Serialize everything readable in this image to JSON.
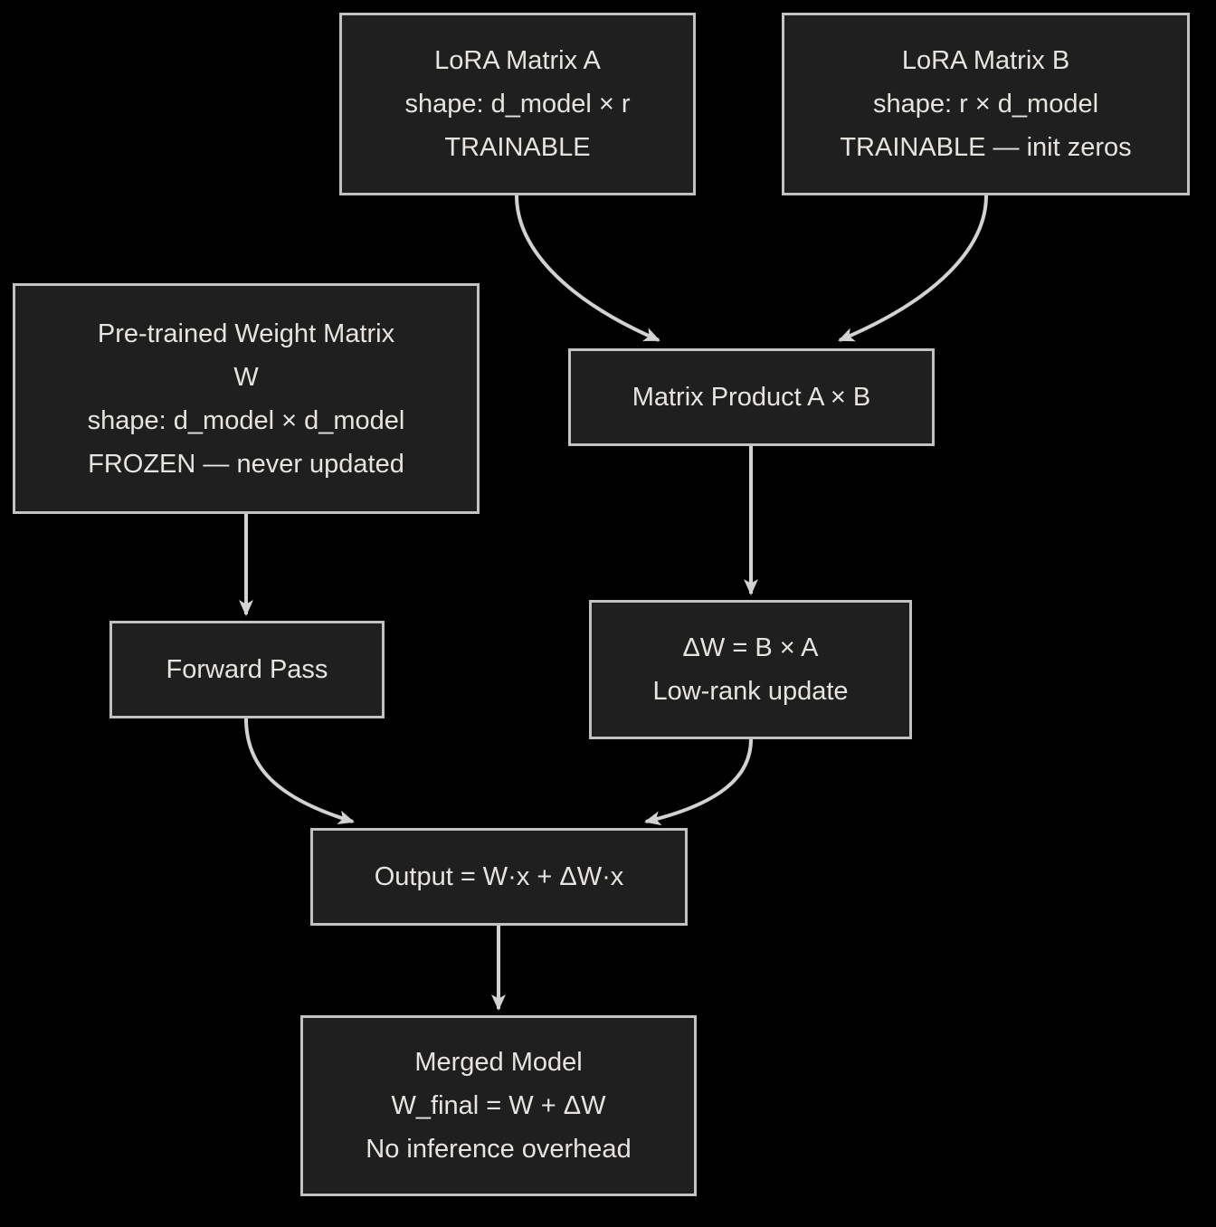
{
  "diagram": {
    "type": "flowchart",
    "theme": "dark"
  },
  "colors": {
    "bg": "#000000",
    "node_fill": "#1f1f1f",
    "node_border": "#c2c2c2",
    "text_color": "#e7e4e0",
    "arrow_color": "#d2d2d2"
  },
  "nodes": [
    {
      "id": "lora-matrix-a",
      "lines": [
        "LoRA Matrix A",
        "shape: d_model × r",
        "TRAINABLE"
      ]
    },
    {
      "id": "lora-matrix-b",
      "lines": [
        "LoRA Matrix B",
        "shape: r × d_model",
        "TRAINABLE — init zeros"
      ]
    },
    {
      "id": "pretrained-weight",
      "lines": [
        "Pre-trained Weight Matrix",
        "W",
        "shape: d_model × d_model",
        "FROZEN — never updated"
      ]
    },
    {
      "id": "matrix-product",
      "lines": [
        "Matrix Product A × B"
      ]
    },
    {
      "id": "forward-pass",
      "lines": [
        "Forward Pass"
      ]
    },
    {
      "id": "delta-w",
      "lines": [
        "ΔW = B × A",
        "Low-rank update"
      ]
    },
    {
      "id": "output",
      "lines": [
        "Output = W·x + ΔW·x"
      ]
    },
    {
      "id": "merged-model",
      "lines": [
        "Merged Model",
        "W_final = W + ΔW",
        "No inference overhead"
      ]
    }
  ],
  "edges": [
    {
      "from": "LoRA Matrix A",
      "to": "Matrix Product A × B"
    },
    {
      "from": "LoRA Matrix B",
      "to": "Matrix Product A × B"
    },
    {
      "from": "Pre-trained Weight Matrix W",
      "to": "Forward Pass"
    },
    {
      "from": "Matrix Product A × B",
      "to": "ΔW = B × A"
    },
    {
      "from": "Forward Pass",
      "to": "Output = W·x + ΔW·x"
    },
    {
      "from": "ΔW = B × A",
      "to": "Output = W·x + ΔW·x"
    },
    {
      "from": "Output = W·x + ΔW·x",
      "to": "Merged Model W_final = W + ΔW"
    }
  ]
}
